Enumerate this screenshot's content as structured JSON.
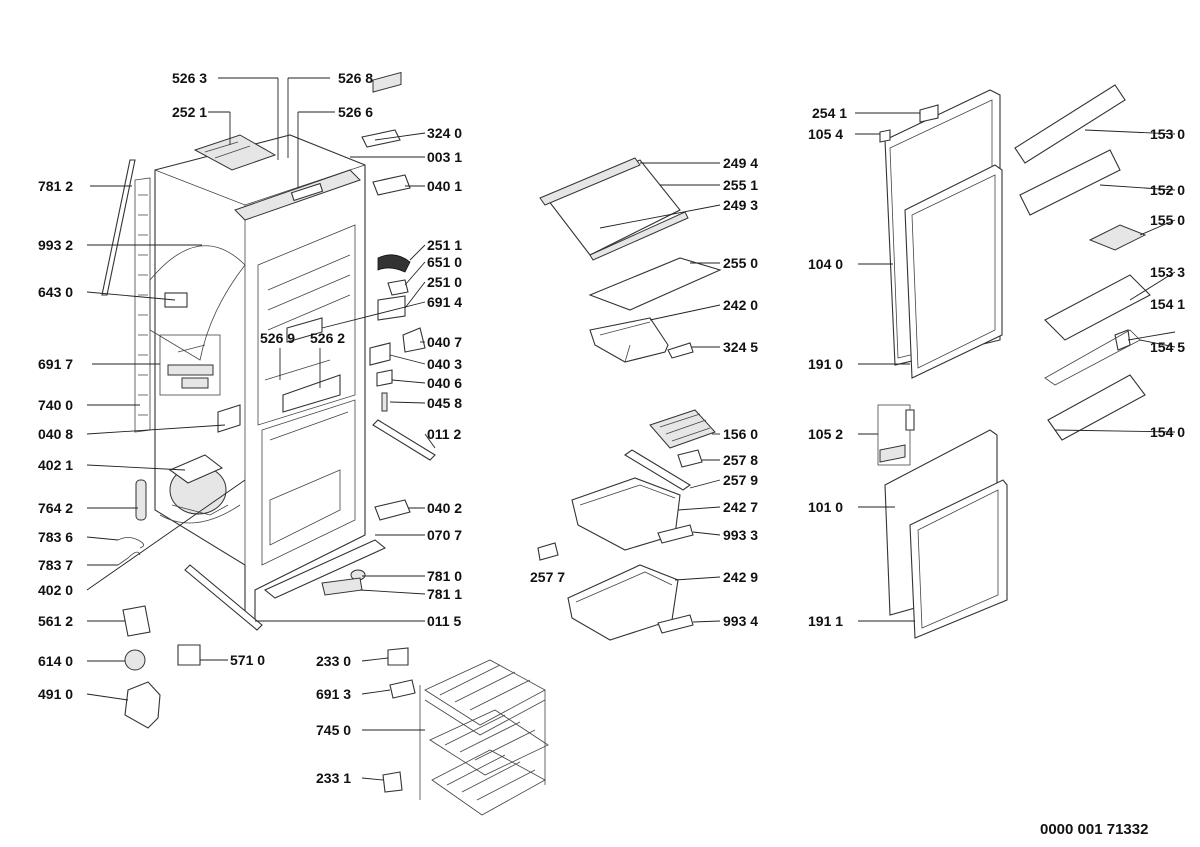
{
  "document_number": "0000 001 71332",
  "labels": {
    "l5263": "526 3",
    "l5268": "526 8",
    "l2521": "252 1",
    "l5266": "526 6",
    "l3240": "324 0",
    "l0031": "003 1",
    "l7812": "781 2",
    "l0401": "040 1",
    "l9932": "993 2",
    "l2511": "251 1",
    "l6510": "651 0",
    "l2510": "251 0",
    "l6430": "643 0",
    "l6914": "691 4",
    "l6917": "691 7",
    "l5269": "526 9",
    "l5262": "526 2",
    "l0407": "040 7",
    "l0403": "040 3",
    "l0406": "040 6",
    "l7400": "740 0",
    "l0458": "045 8",
    "l0408": "040 8",
    "l0112": "011 2",
    "l4021": "402 1",
    "l7642": "764 2",
    "l0402": "040 2",
    "l7836": "783 6",
    "l0707": "070 7",
    "l7837": "783 7",
    "l7810": "781 0",
    "l4020": "402 0",
    "l7811": "781 1",
    "l5612": "561 2",
    "l0115": "011 5",
    "l6140": "614 0",
    "l5710": "571 0",
    "l4910": "491 0",
    "l2330": "233 0",
    "l6913": "691 3",
    "l7450": "745 0",
    "l2331": "233 1",
    "l2494": "249 4",
    "l2551": "255 1",
    "l2493": "249 3",
    "l2550": "255 0",
    "l2420": "242 0",
    "l3245": "324 5",
    "l1560": "156 0",
    "l2578": "257 8",
    "l2579": "257 9",
    "l2427": "242 7",
    "l9933": "993 3",
    "l2577": "257 7",
    "l2429": "242 9",
    "l9934": "993 4",
    "l2541": "254 1",
    "l1054": "105 4",
    "l1040": "104 0",
    "l1910": "191 0",
    "l1052": "105 2",
    "l1010": "101 0",
    "l1911": "191 1",
    "l1530": "153 0",
    "l1520": "152 0",
    "l1550": "155 0",
    "l1533": "153 3",
    "l1541": "154 1",
    "l1545": "154 5",
    "l1540": "154 0"
  }
}
